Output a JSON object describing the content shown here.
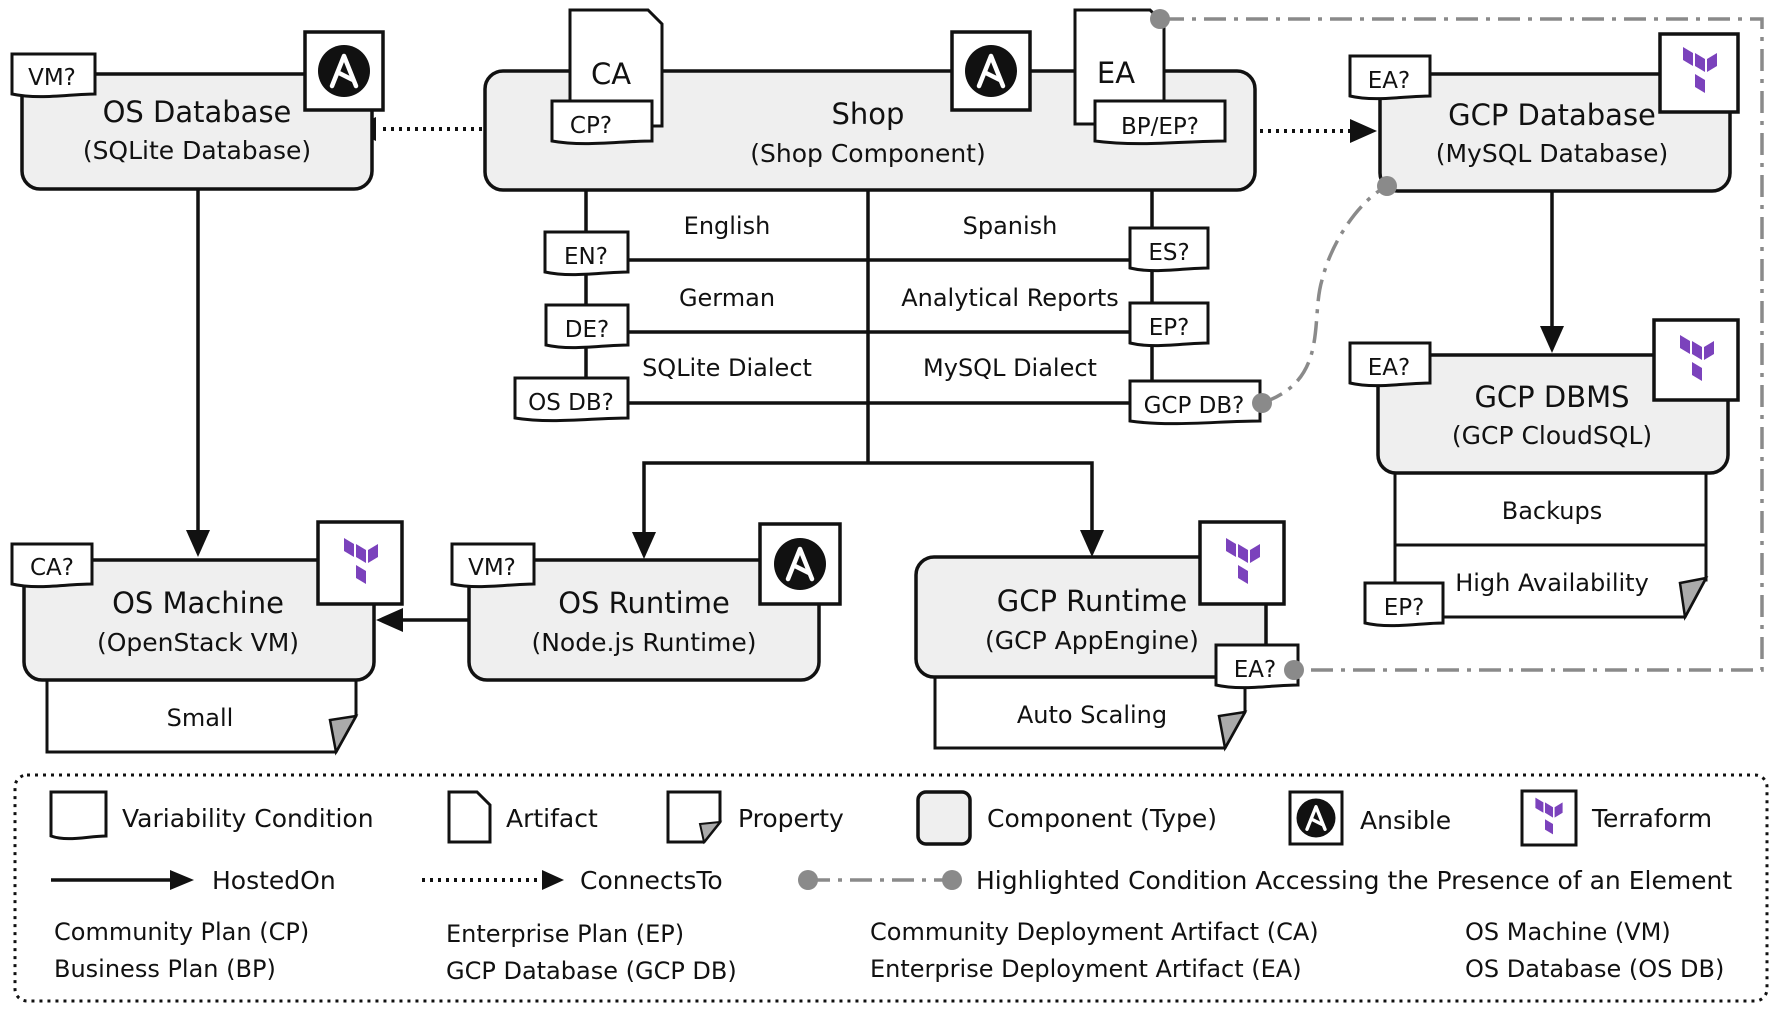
{
  "components": {
    "shop": {
      "title": "Shop",
      "type": "(Shop Component)"
    },
    "os_database": {
      "title": "OS Database",
      "type": "(SQLite Database)"
    },
    "gcp_database": {
      "title": "GCP Database",
      "type": "(MySQL Database)"
    },
    "gcp_dbms": {
      "title": "GCP DBMS",
      "type": "(GCP CloudSQL)"
    },
    "os_machine": {
      "title": "OS Machine",
      "type": "(OpenStack VM)"
    },
    "os_runtime": {
      "title": "OS Runtime",
      "type": "(Node.js Runtime)"
    },
    "gcp_runtime": {
      "title": "GCP Runtime",
      "type": "(GCP AppEngine)"
    }
  },
  "artifacts": {
    "ca": "CA",
    "ea": "EA"
  },
  "conditions": {
    "cp": "CP?",
    "bp_ep": "BP/EP?",
    "vm_osdb": "VM?",
    "ea_gcpdb": "EA?",
    "ea_dbms": "EA?",
    "en": "EN?",
    "de": "DE?",
    "os_db": "OS DB?",
    "es": "ES?",
    "ep_reports": "EP?",
    "gcp_db": "GCP DB?",
    "ca_machine": "CA?",
    "vm_runtime": "VM?",
    "ea_runtime": "EA?",
    "ep_ha": "EP?"
  },
  "features": {
    "english": "English",
    "german": "German",
    "sqlite_dialect": "SQLite Dialect",
    "spanish": "Spanish",
    "analytical_reports": "Analytical Reports",
    "mysql_dialect": "MySQL Dialect"
  },
  "properties": {
    "small": "Small",
    "auto_scaling": "Auto Scaling",
    "backups": "Backups",
    "high_availability": "High Availability"
  },
  "legend": {
    "variability_condition": "Variability Condition",
    "artifact": "Artifact",
    "property": "Property",
    "component_type": "Component (Type)",
    "ansible": "Ansible",
    "terraform": "Terraform",
    "hosted_on": "HostedOn",
    "connects_to": "ConnectsTo",
    "highlighted": "Highlighted Condition Accessing the Presence of an Element"
  },
  "abbreviations": [
    "Community Plan (CP)",
    "Business Plan (BP)",
    "Enterprise Plan (EP)",
    "GCP Database (GCP DB)",
    "Community Deployment Artifact (CA)",
    "Enterprise Deployment Artifact (EA)",
    "OS Machine (VM)",
    "OS Database (OS DB)"
  ],
  "icons": {
    "ansible": "ansible-icon",
    "terraform": "terraform-icon",
    "ansible_color": "#111111",
    "terraform_color": "#7b42bc",
    "highlight_color": "#8a8a8a"
  }
}
